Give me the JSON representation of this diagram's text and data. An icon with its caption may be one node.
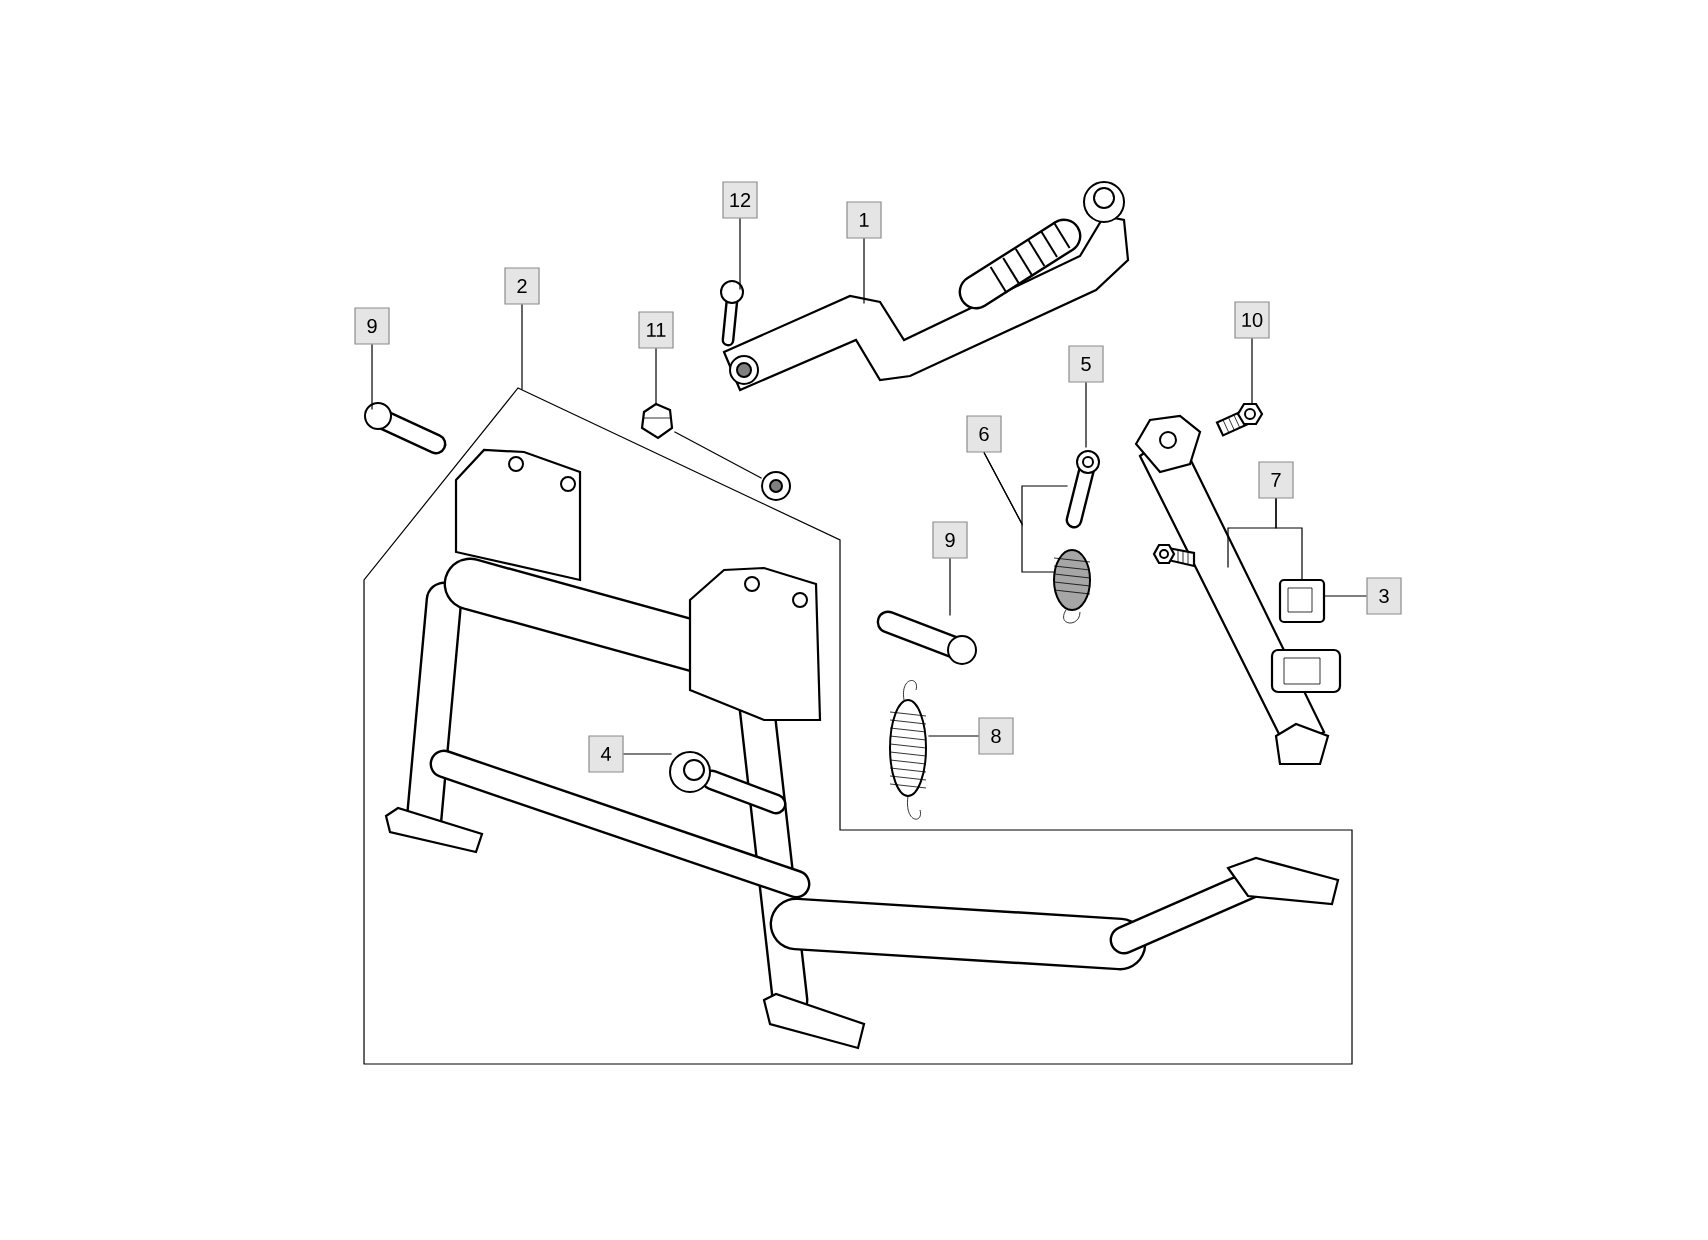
{
  "diagram": {
    "nodes": [
      {
        "text": [
          "12"
        ]
      },
      {
        "text": [
          "1"
        ]
      },
      {
        "text": [
          "9"
        ]
      },
      {
        "text": [
          "2"
        ]
      },
      {
        "text": [
          "11"
        ]
      },
      {
        "text": [
          "10"
        ]
      },
      {
        "text": [
          "5"
        ]
      },
      {
        "text": [
          "6"
        ]
      },
      {
        "text": [
          "7"
        ]
      },
      {
        "text": [
          "3"
        ]
      },
      {
        "text": [
          "9"
        ]
      },
      {
        "text": [
          "8"
        ]
      },
      {
        "text": [
          "4"
        ],
        "in": 16
      },
      {
        "text": [],
        "shape": "picture"
      },
      {
        "text": [],
        "shape": "picture"
      },
      {
        "text": [],
        "shape": "picture"
      },
      {
        "text": [],
        "shape": "picture"
      },
      {
        "text": [],
        "shape": "picture"
      },
      {
        "text": [],
        "shape": "picture"
      },
      {
        "text": [],
        "shape": "picture"
      },
      {
        "text": [],
        "shape": "picture"
      },
      {
        "text": [],
        "shape": "picture"
      },
      {
        "text": [],
        "shape": "picture"
      },
      {
        "text": [],
        "shape": "picture"
      },
      {
        "text": [],
        "shape": "picture"
      },
      {
        "text": [],
        "shape": "picture"
      },
      {
        "text": [],
        "shape": "picture"
      },
      {
        "text": [],
        "shape": "picture"
      },
      {
        "text": [],
        "shape": "picture",
        "in": 16
      }
    ],
    "edges": [
      {
        "from": 0,
        "to": 14,
        "arrow": "none"
      },
      {
        "from": 1,
        "to": 13,
        "arrow": "none"
      },
      {
        "from": 2,
        "to": 15,
        "arrow": "none"
      },
      {
        "from": 3,
        "to": 16,
        "arrow": "none"
      },
      {
        "from": 4,
        "to": 17,
        "arrow": "none"
      },
      {
        "from": 17,
        "to": 18,
        "arrow": "none"
      },
      {
        "from": 5,
        "to": 19,
        "arrow": "none"
      },
      {
        "from": 6,
        "to": 20,
        "arrow": "none"
      },
      {
        "from": 7,
        "to": 20,
        "arrow": "none"
      },
      {
        "from": 7,
        "to": 21,
        "arrow": "none"
      },
      {
        "from": 8,
        "to": 22,
        "arrow": "none"
      },
      {
        "from": 8,
        "to": 24,
        "arrow": "none"
      },
      {
        "from": 9,
        "to": 24,
        "arrow": "none"
      },
      {
        "from": 10,
        "to": 26,
        "arrow": "none"
      },
      {
        "from": 11,
        "to": 27,
        "arrow": "none"
      },
      {
        "from": 12,
        "to": 28,
        "arrow": "none"
      }
    ]
  }
}
